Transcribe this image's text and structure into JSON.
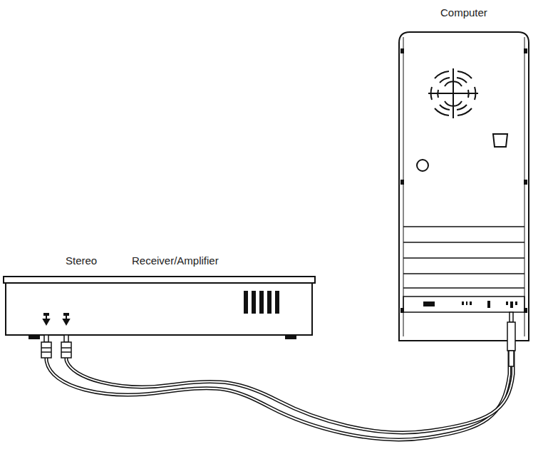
{
  "diagram": {
    "nodes": [
      {
        "text": [
          "Stereo",
          "Receiver/Amplifier"
        ]
      },
      {
        "text": [
          "Computer"
        ]
      }
    ],
    "edges": [
      {
        "from": 0,
        "to": 1,
        "arrow": "none"
      }
    ]
  }
}
